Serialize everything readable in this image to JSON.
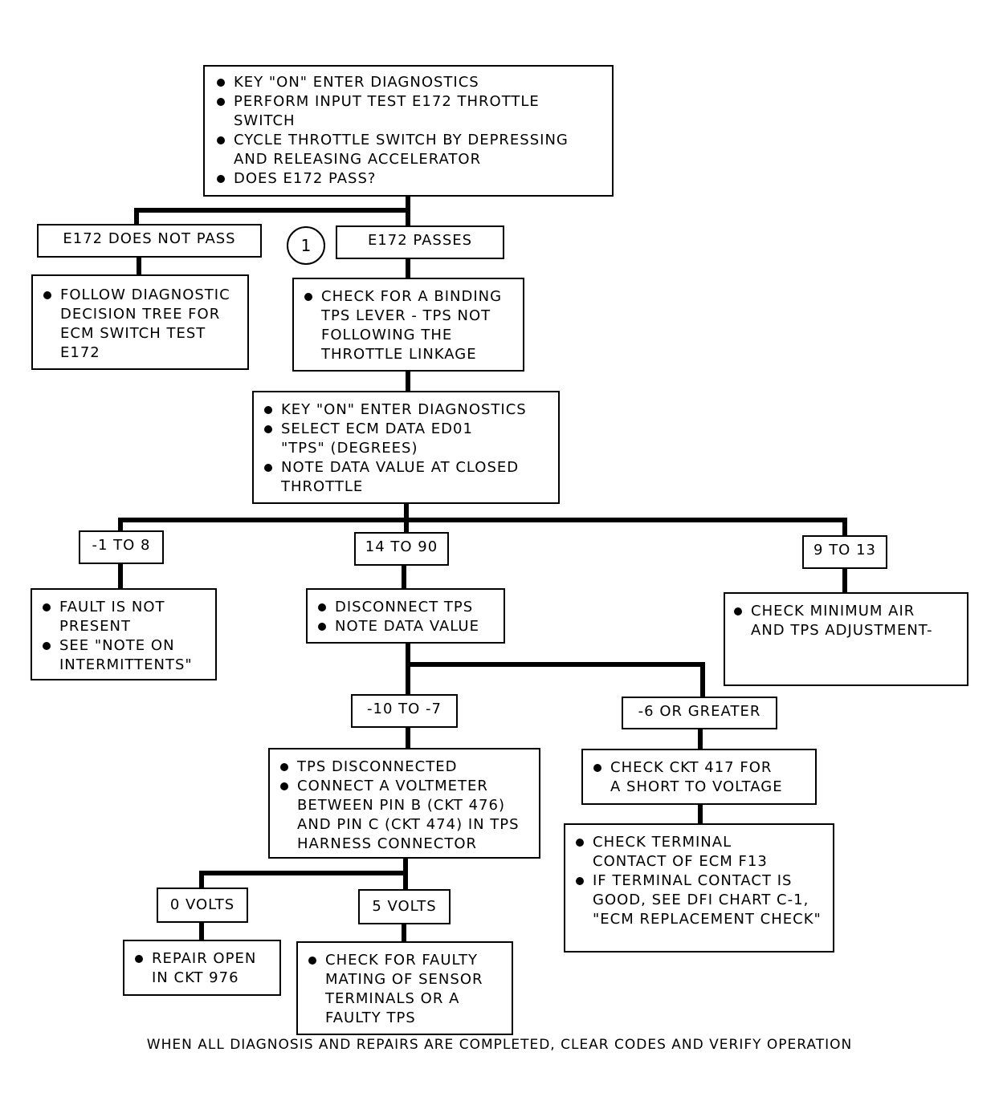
{
  "top": {
    "items": [
      "KEY \"ON\" ENTER DIAGNOSTICS",
      "PERFORM INPUT TEST E172 THROTTLE SWITCH",
      "CYCLE THROTTLE SWITCH BY DEPRESSING AND RELEASING ACCELERATOR",
      "DOES E172 PASS?"
    ]
  },
  "branch1": {
    "fail_label": "E172 DOES NOT PASS",
    "pass_label": "E172 PASSES",
    "marker": "1",
    "fail_items": [
      "FOLLOW DIAGNOSTIC DECISION TREE FOR ECM SWITCH TEST E172"
    ],
    "pass_items": [
      "CHECK FOR A BINDING TPS LEVER - TPS NOT FOLLOWING THE THROTTLE LINKAGE"
    ]
  },
  "mid": {
    "items": [
      "KEY \"ON\" ENTER DIAGNOSTICS",
      "SELECT ECM DATA ED01 \"TPS\" (DEGREES)",
      "NOTE DATA VALUE AT CLOSED THROTTLE"
    ]
  },
  "branch2": {
    "left_label": "-1 TO 8",
    "center_label": "14 TO 90",
    "right_label": "9 TO 13",
    "left_items": [
      "FAULT IS NOT PRESENT",
      "SEE \"NOTE ON INTERMITTENTS\""
    ],
    "center_items": [
      "DISCONNECT TPS",
      "NOTE DATA VALUE"
    ],
    "right_items": [
      "CHECK MINIMUM AIR AND TPS ADJUSTMENT-"
    ]
  },
  "branch3": {
    "left_label": "-10 TO -7",
    "right_label": "-6 OR GREATER",
    "left_items": [
      "TPS DISCONNECTED",
      "CONNECT A VOLTMETER BETWEEN PIN B (CKT 476) AND PIN C (CKT 474) IN TPS HARNESS CONNECTOR"
    ],
    "right_items": [
      "CHECK CKT 417 FOR A SHORT TO VOLTAGE"
    ],
    "right_next_items": [
      "CHECK TERMINAL CONTACT OF ECM F13",
      "IF TERMINAL CONTACT IS GOOD, SEE DFI CHART C-1, \"ECM REPLACEMENT CHECK\""
    ]
  },
  "branch4": {
    "left_label": "0 VOLTS",
    "right_label": "5 VOLTS",
    "left_items": [
      "REPAIR OPEN IN CKT 976"
    ],
    "right_items": [
      "CHECK FOR FAULTY MATING OF SENSOR TERMINALS OR A FAULTY TPS"
    ]
  },
  "footer": "WHEN ALL DIAGNOSIS AND REPAIRS ARE COMPLETED, CLEAR CODES AND VERIFY OPERATION"
}
